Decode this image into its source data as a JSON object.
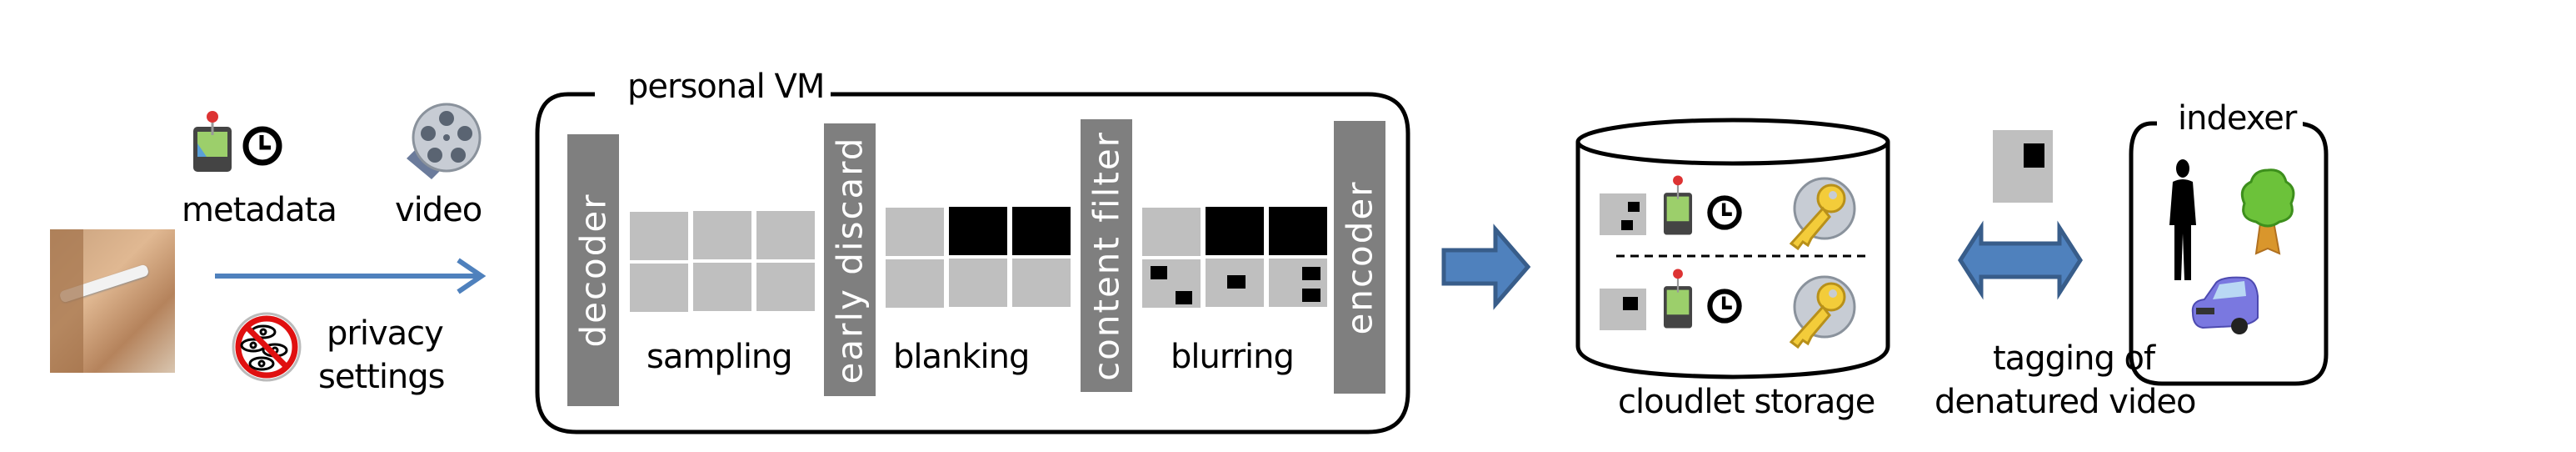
{
  "source": {
    "metadata_label": "metadata",
    "video_label": "video",
    "privacy_label_line1": "privacy",
    "privacy_label_line2": "settings"
  },
  "personal_vm": {
    "title": "personal VM",
    "stages": [
      {
        "label": "decoder"
      },
      {
        "label": "early discard"
      },
      {
        "label": "content filter"
      },
      {
        "label": "encoder"
      }
    ],
    "steps": [
      {
        "label": "sampling"
      },
      {
        "label": "blanking"
      },
      {
        "label": "blurring"
      }
    ]
  },
  "storage": {
    "label": "cloudlet storage"
  },
  "tagging": {
    "label_line1": "tagging of",
    "label_line2": "denatured video"
  },
  "indexer": {
    "title": "indexer"
  },
  "colors": {
    "arrow_fill": "#4f81bd",
    "arrow_stroke": "#385d8a",
    "stage_bar": "#7f7f7f",
    "frame_gray": "#bfbfbf"
  }
}
